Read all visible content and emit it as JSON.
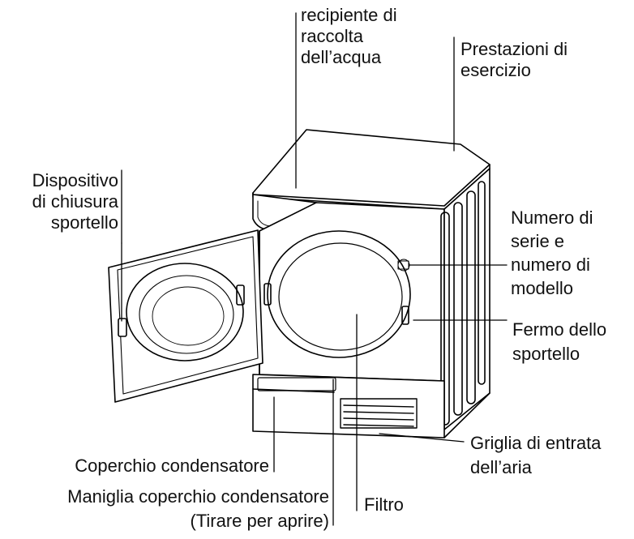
{
  "labels": {
    "water_container": [
      "recipiente di",
      "raccolta",
      "dell’acqua"
    ],
    "performance": [
      "Prestazioni di",
      "esercizio"
    ],
    "door_lock": [
      "Dispositivo",
      "di chiusura",
      "sportello"
    ],
    "serial_number": [
      "Numero di",
      "serie e",
      "numero di",
      "modello"
    ],
    "door_stop": [
      "Fermo dello",
      "sportello"
    ],
    "air_grille": [
      "Griglia di entrata",
      "dell’aria"
    ],
    "condenser_cover": [
      "Coperchio condensatore"
    ],
    "condenser_handle": [
      "Maniglia coperchio condensatore",
      "(Tirare per aprire)"
    ],
    "filter": [
      "Filtro"
    ]
  },
  "colors": {
    "line": "#000000",
    "panel": "#ffffff",
    "shade": "#f2f2f2"
  }
}
